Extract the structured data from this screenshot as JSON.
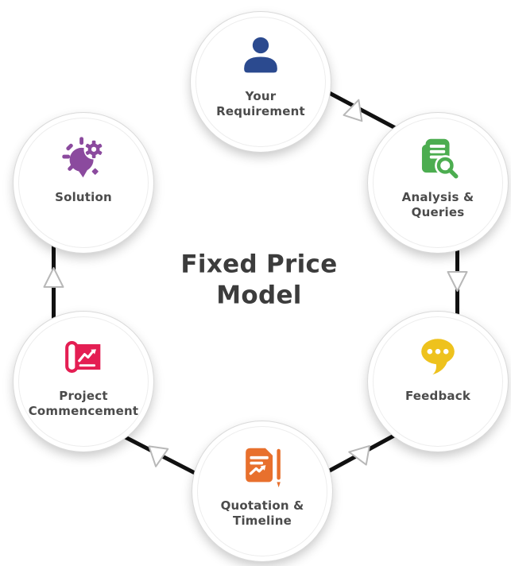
{
  "title": "Fixed Price Model",
  "title_color": "#3c3c3c",
  "label_color": "#4b4b4b",
  "background_color": "#ffffff",
  "nodes": [
    {
      "id": "your-requirement",
      "label": "Your Requirement",
      "icon": "user-icon",
      "color": "#2b4a8f"
    },
    {
      "id": "analysis-queries",
      "label": "Analysis & Queries",
      "icon": "document-magnifier-icon",
      "color": "#4cad50"
    },
    {
      "id": "feedback",
      "label": "Feedback",
      "icon": "speech-bubble-icon",
      "color": "#eec21d"
    },
    {
      "id": "quotation-timeline",
      "label": "Quotation & Timeline",
      "icon": "document-pen-icon",
      "color": "#e8702d"
    },
    {
      "id": "project-commencement",
      "label": "Project Commencement",
      "icon": "blueprint-chart-icon",
      "color": "#e41e53"
    },
    {
      "id": "solution",
      "label": "Solution",
      "icon": "head-gear-icon",
      "color": "#8b4a9e"
    }
  ],
  "connectors": {
    "flow": "clockwise",
    "line_color": "#111111",
    "arrowhead_fill": "#ffffff",
    "arrowhead_stroke": "#b8b8b8"
  }
}
